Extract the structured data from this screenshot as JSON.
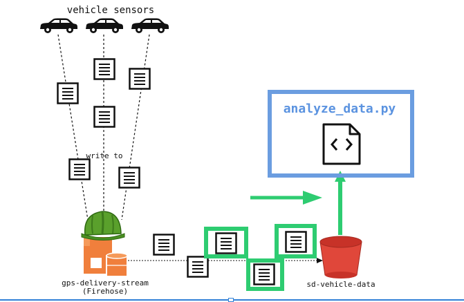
{
  "diagram": {
    "sensors_label": "vehicle sensors",
    "write_to_label": "write to",
    "stream": {
      "name": "gps-delivery-stream",
      "subtitle": "(Firehose)"
    },
    "bucket_label": "sd-vehicle-data",
    "script_label": "analyze_data.py",
    "colors": {
      "box_blue": "#6b9de0",
      "script_text_blue": "#5b93e0",
      "flow_green": "#2ecc71",
      "highlight_green": "#2ecc71",
      "firehose_orange": "#f07f3c",
      "helmet_green": "#5aa02c",
      "bucket_red": "#e0473a",
      "ink": "#111111"
    },
    "icons": {
      "vehicle": "car-icon",
      "record": "data-record-icon",
      "firehose": "firehose-icon",
      "helmet": "hard-hat-icon",
      "bucket": "s3-bucket-icon",
      "script": "code-file-icon"
    }
  }
}
